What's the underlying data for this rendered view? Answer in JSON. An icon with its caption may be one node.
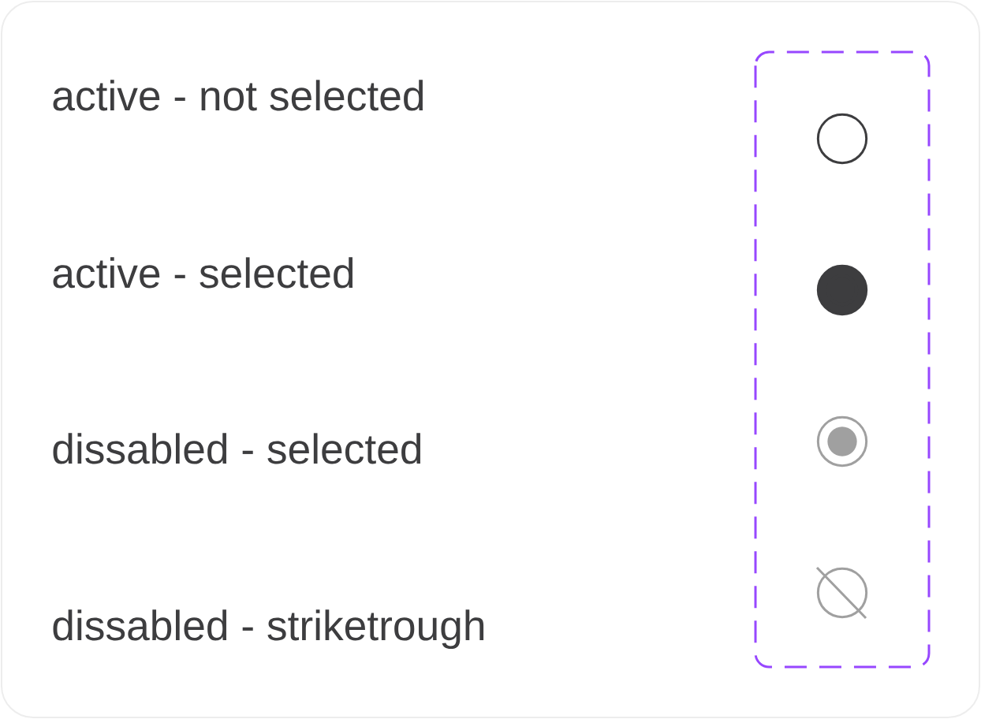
{
  "diagram": {
    "labels": [
      "active - not selected",
      "active - selected",
      "dissabled - selected",
      "dissabled - striketrough"
    ]
  }
}
